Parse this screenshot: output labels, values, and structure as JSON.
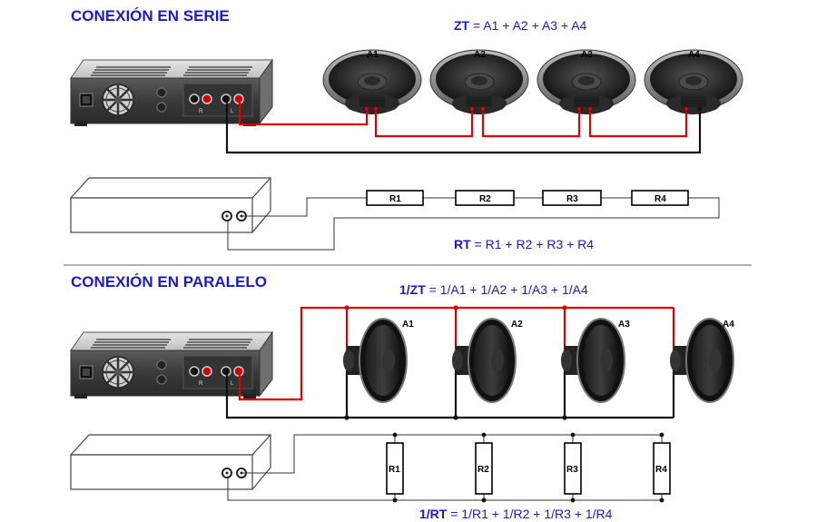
{
  "series_section": {
    "title": "CONEXIÓN EN SERIE",
    "speaker_formula": {
      "lhs": "ZT",
      "rhs": " = A1 + A2 + A3 + A4"
    },
    "speakers": [
      "A1",
      "A2",
      "A3",
      "A4"
    ],
    "resistors": [
      "R1",
      "R2",
      "R3",
      "R4"
    ],
    "resistor_formula": {
      "lhs": "RT",
      "rhs": " = R1 + R2 + R3 + R4"
    }
  },
  "parallel_section": {
    "title": "CONEXIÓN EN PARALELO",
    "speaker_formula": {
      "lhs": "1/ZT",
      "rhs": " = 1/A1 + 1/A2 + 1/A3 + 1/A4"
    },
    "speakers": [
      "A1",
      "A2",
      "A3",
      "A4"
    ],
    "resistors": [
      "R1",
      "R2",
      "R3",
      "R4"
    ],
    "resistor_formula": {
      "lhs": "1/RT",
      "rhs": " = 1/R1 + 1/R2 + 1/R3 + 1/R4"
    }
  },
  "amplifier": {
    "channel_left": "L",
    "channel_right": "R"
  },
  "colors": {
    "title": "#1a1ac8",
    "positive_wire": "#e00000",
    "negative_wire": "#111111",
    "background": "#ffffff"
  }
}
